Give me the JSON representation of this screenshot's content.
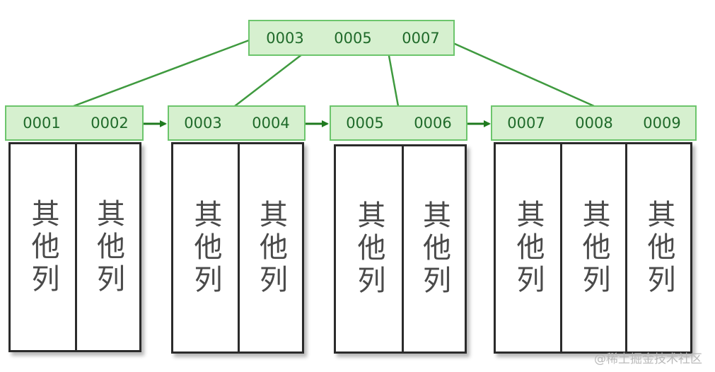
{
  "colors": {
    "node_fill": "#d6f0cf",
    "node_border": "#6cc56c",
    "key_text": "#1f6a2a",
    "edge": "#3f9a3f",
    "arrow": "#1f7a1f",
    "page_border": "#2b2b2b",
    "column_text": "#4a4a4a"
  },
  "root": {
    "keys": [
      "0003",
      "0005",
      "0007"
    ]
  },
  "leaves": [
    {
      "keys": [
        "0001",
        "0002"
      ],
      "columns": [
        "其他列",
        "其他列"
      ]
    },
    {
      "keys": [
        "0003",
        "0004"
      ],
      "columns": [
        "其他列",
        "其他列"
      ]
    },
    {
      "keys": [
        "0005",
        "0006"
      ],
      "columns": [
        "其他列",
        "其他列"
      ]
    },
    {
      "keys": [
        "0007",
        "0008",
        "0009"
      ],
      "columns": [
        "其他列",
        "其他列",
        "其他列"
      ]
    }
  ],
  "watermark": "@稀土掘金技术社区"
}
